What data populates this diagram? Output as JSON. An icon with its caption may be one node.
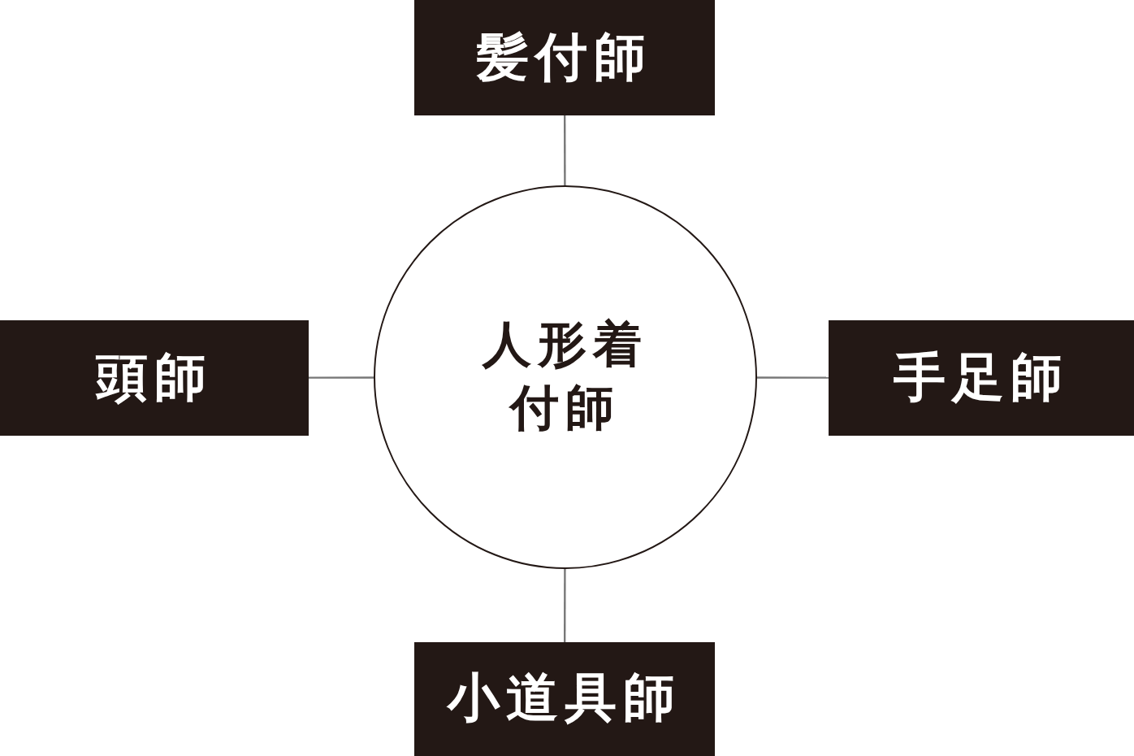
{
  "diagram": {
    "nodes": [
      {
        "text": [
          "髪付師"
        ]
      },
      {
        "text": [
          "頭師"
        ]
      },
      {
        "text": [
          "人形着付師"
        ]
      },
      {
        "text": [
          "手足師"
        ]
      },
      {
        "text": [
          "小道具師"
        ]
      }
    ],
    "edges": [
      {
        "from": 2,
        "to": 0,
        "arrow": "none"
      },
      {
        "from": 2,
        "to": 1,
        "arrow": "none"
      },
      {
        "from": 2,
        "to": 3,
        "arrow": "none"
      },
      {
        "from": 2,
        "to": 4,
        "arrow": "none"
      }
    ]
  }
}
